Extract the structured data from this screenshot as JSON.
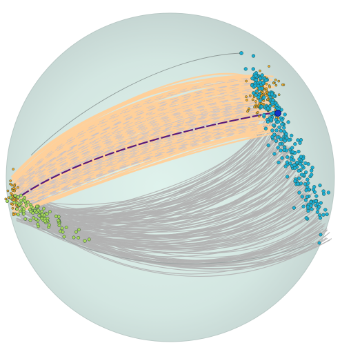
{
  "colors": {
    "sphere_center": "#dff2ec",
    "sphere_mid": "#d3e6e1",
    "sphere_edge": "#c3d3d0",
    "sphere_outline": "#b9c9c6",
    "grey_curve": "#b3b3b3",
    "orange_curve": "#ffd09a",
    "orange_dash": "#c4c2cc",
    "mean_path": "#5a1a7a",
    "orange_points": "#f5a623",
    "blue_points": "#1aaed6",
    "green_points": "#a6d65a",
    "point_stroke": "#2a4a3a",
    "highlight_point": "#1533c8"
  },
  "clusters": {
    "left_green": {
      "count": 90
    },
    "left_orange": {
      "count": 45
    },
    "right_blue": {
      "count": 260
    },
    "right_orange": {
      "count": 110
    }
  },
  "curve_counts": {
    "grey": 140,
    "orange": 120
  }
}
